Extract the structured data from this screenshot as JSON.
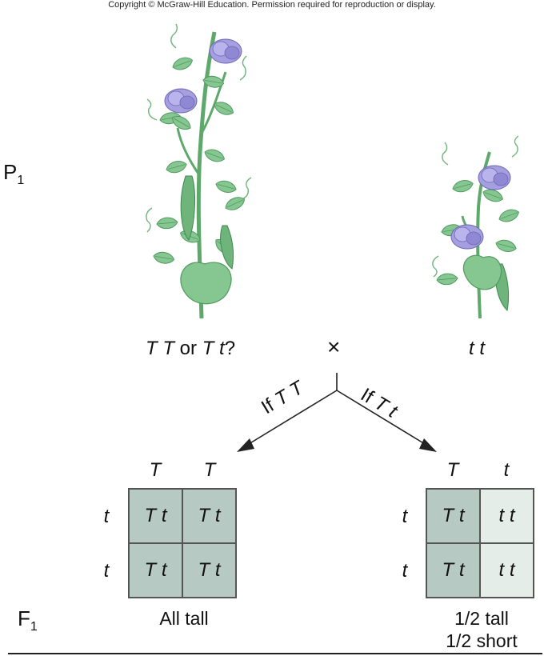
{
  "copyright": "Copyright © McGraw-Hill Education. Permission required for reproduction or display.",
  "generations": {
    "p1": {
      "letter": "P",
      "sub": "1"
    },
    "f1": {
      "letter": "F",
      "sub": "1"
    }
  },
  "parents": {
    "tall_genotype": {
      "a": "T T",
      "or": " or ",
      "b": "T t",
      "q": "?"
    },
    "cross_symbol": "×",
    "short_genotype": "t t"
  },
  "branches": {
    "left": {
      "if": "If ",
      "geno": "T T"
    },
    "right": {
      "if": "If ",
      "geno": "T t"
    }
  },
  "punnett_left": {
    "col_headers": [
      "T",
      "T"
    ],
    "row_headers": [
      "t",
      "t"
    ],
    "cells": [
      [
        "T t",
        "T t"
      ],
      [
        "T t",
        "T t"
      ]
    ],
    "result": "All tall"
  },
  "punnett_right": {
    "col_headers": [
      "T",
      "t"
    ],
    "row_headers": [
      "t",
      "t"
    ],
    "cells": [
      [
        "T t",
        "t t"
      ],
      [
        "T t",
        "t t"
      ]
    ],
    "result_line1": "1/2 tall",
    "result_line2": "1/2 short"
  },
  "colors": {
    "leaf": "#7fc08a",
    "leaf_dark": "#4f9a5f",
    "flower": "#9a93d6",
    "dominant_cell": "#b7c9c3",
    "recessive_cell": "#e5ede9"
  }
}
